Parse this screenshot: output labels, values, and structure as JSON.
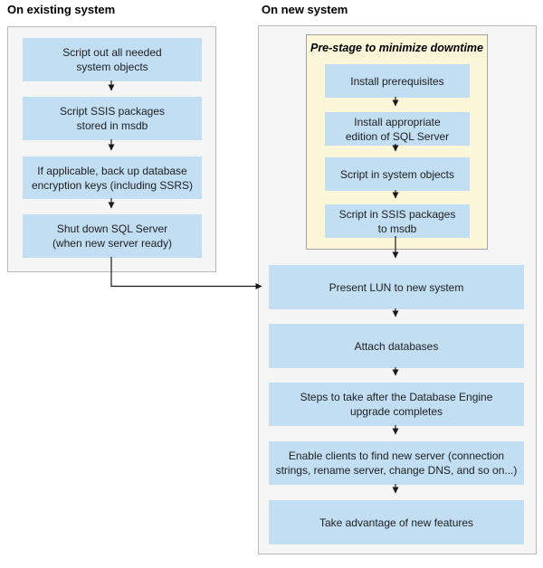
{
  "left": {
    "header": "On existing system",
    "boxes": [
      "Script out all needed\nsystem objects",
      "Script SSIS packages\nstored in msdb",
      "If applicable, back up database\nencryption keys (including SSRS)",
      "Shut down SQL Server\n(when new server ready)"
    ]
  },
  "right": {
    "header": "On new system",
    "prestage_title": "Pre-stage to minimize downtime",
    "prestage_boxes": [
      "Install prerequisites",
      "Install appropriate\nedition of SQL Server",
      "Script in system objects",
      "Script in SSIS packages\nto msdb"
    ],
    "boxes": [
      "Present LUN to new system",
      "Attach databases",
      "Steps to take after the Database Engine\nupgrade completes",
      "Enable clients to find new server (connection\nstrings, rename server, change DNS, and so on...)",
      "Take advantage of new features"
    ]
  },
  "colors": {
    "box_fill": "#c2def3",
    "prestage_fill": "#fcf6d9",
    "prestage_border": "#a3a3a3",
    "panel_fill": "#f5f5f5",
    "panel_border": "#b9b9b9",
    "line_color": "#1a1a1a",
    "text_color": "#1e1e1e"
  }
}
